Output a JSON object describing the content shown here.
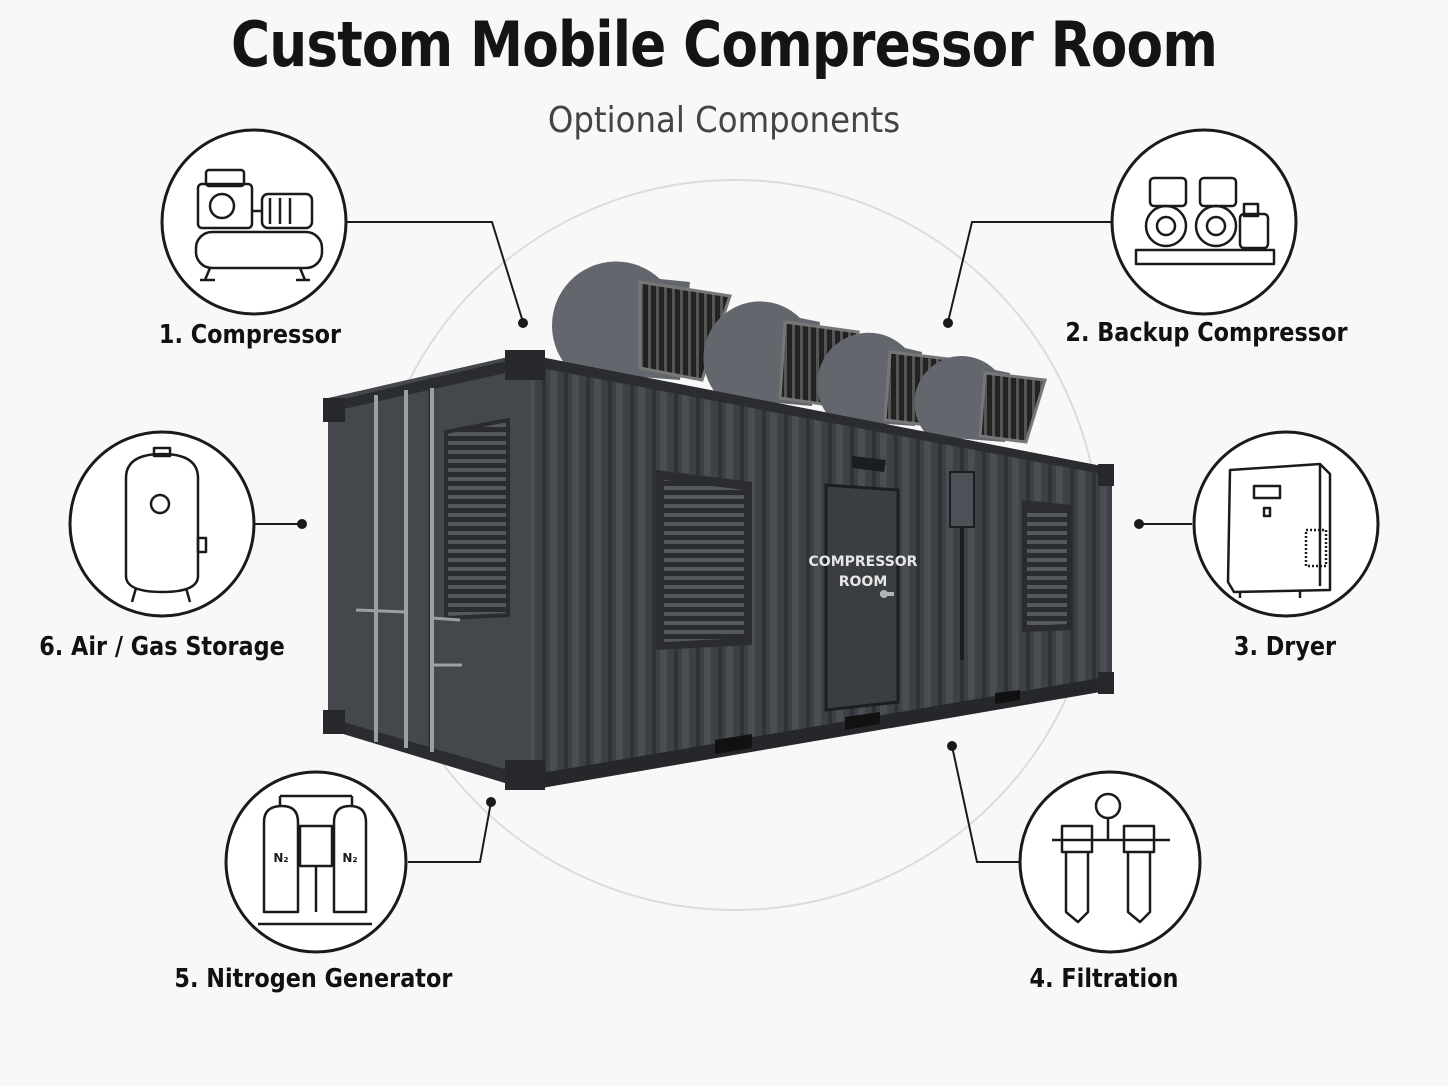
{
  "title": "Custom Mobile Compressor Room",
  "subtitle": "Optional Components",
  "door_sign": {
    "line1": "COMPRESSOR",
    "line2": "ROOM"
  },
  "components": [
    {
      "id": "compressor",
      "label": "1. Compressor"
    },
    {
      "id": "backup-compressor",
      "label": "2. Backup Compressor"
    },
    {
      "id": "dryer",
      "label": "3. Dryer"
    },
    {
      "id": "filtration",
      "label": "4. Filtration"
    },
    {
      "id": "nitrogen-generator",
      "label": "5. Nitrogen Generator",
      "tank_label": "N₂"
    },
    {
      "id": "air-gas-storage",
      "label": "6. Air / Gas Storage"
    }
  ],
  "colors": {
    "container": "#3d4045",
    "container_dark": "#2a2c30",
    "line": "#1a1a1a",
    "background": "#f8f8f8"
  }
}
